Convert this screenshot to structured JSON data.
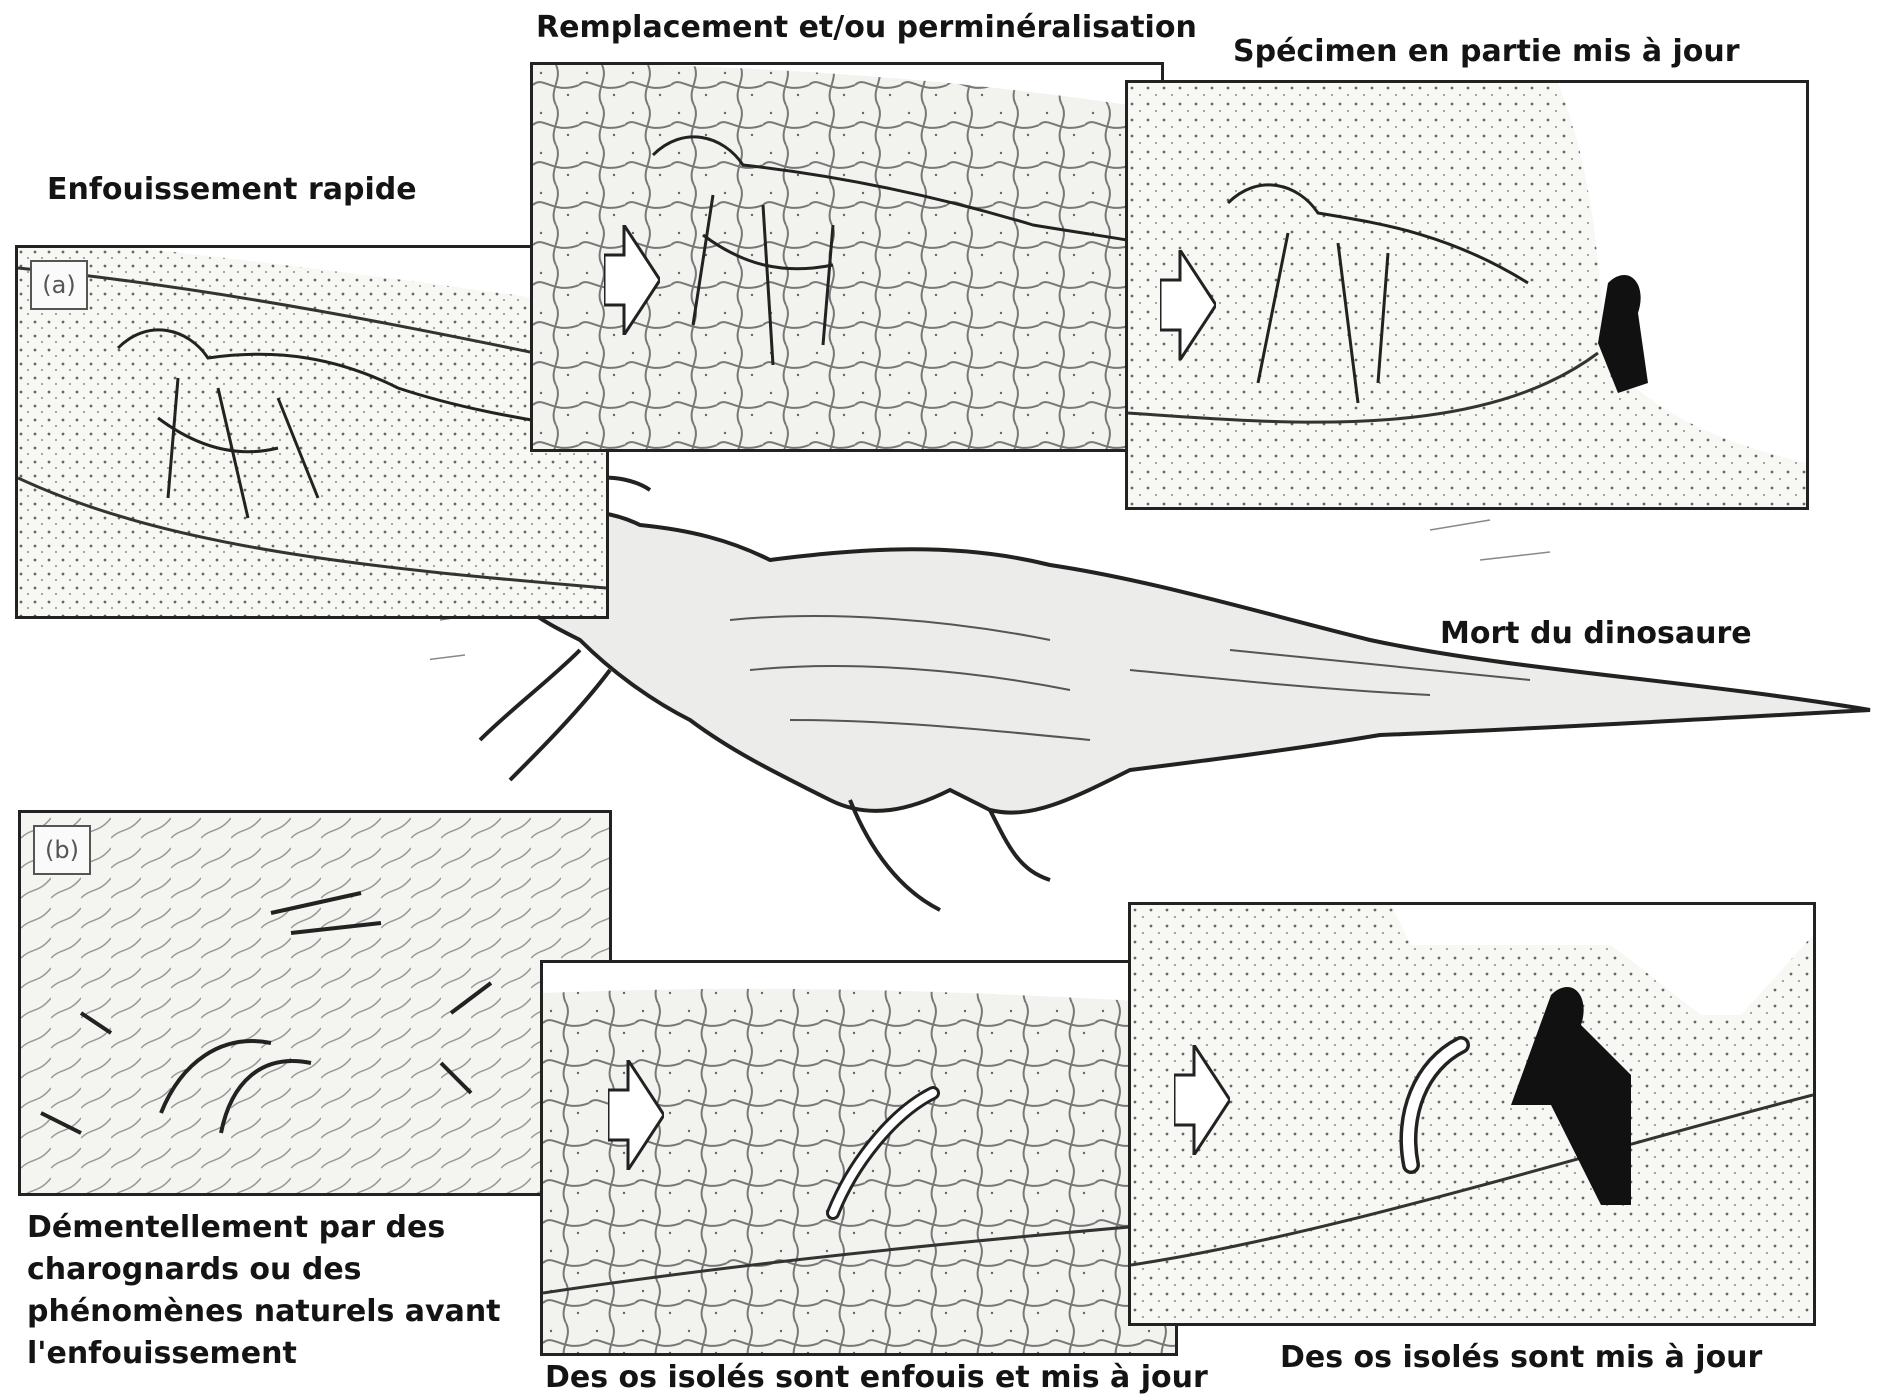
{
  "labels": {
    "rapid_burial": "Enfouissement rapide",
    "replacement": "Remplacement et/ou perminéralisation",
    "partial_exposure": "Spécimen en partie mis à jour",
    "death": "Mort du dinosaure",
    "dismantling": "Démentellement par des charognards ou des phénomènes naturels avant l'enfouissement",
    "isolated_buried": "Des os isolés sont enfouis et mis à jour",
    "isolated_exposed": "Des os isolés sont mis à jour"
  },
  "tags": {
    "a": "(a)",
    "b": "(b)"
  },
  "icons": {
    "flow_arrow": "arrow-right-icon"
  }
}
